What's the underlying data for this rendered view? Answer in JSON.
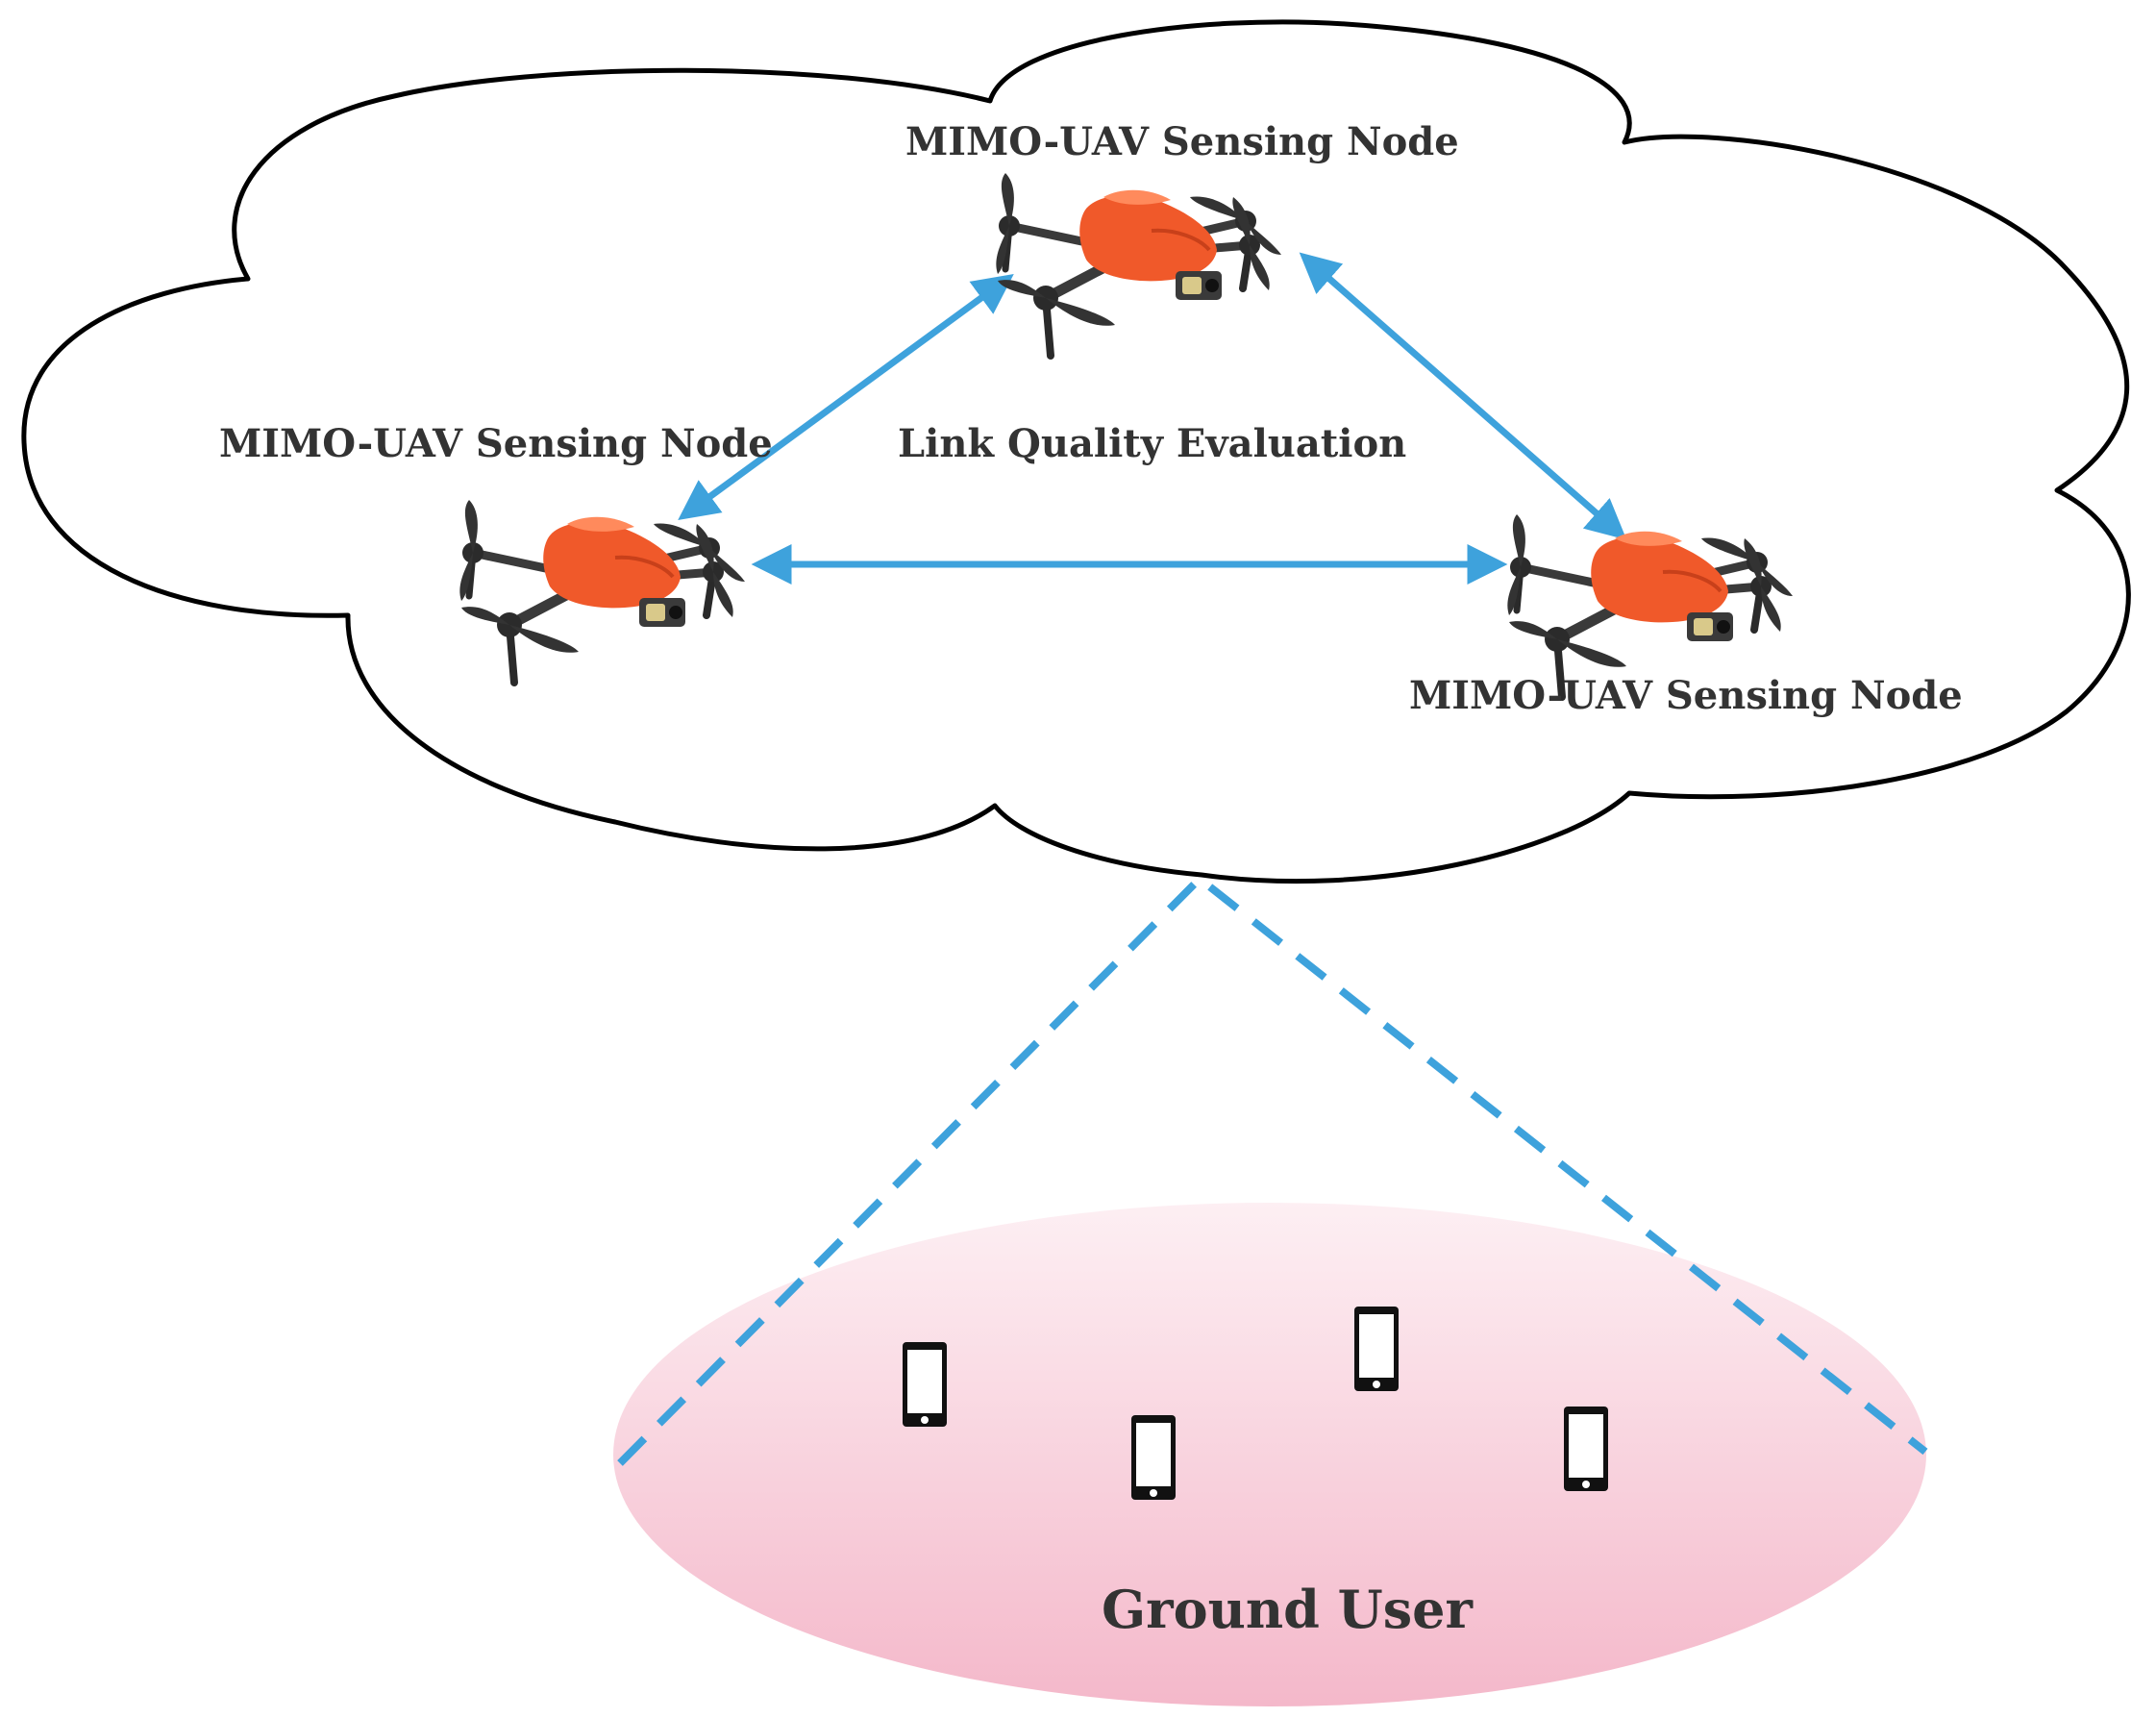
{
  "diagram": {
    "nodes": [
      {
        "id": "top",
        "label": "MIMO-UAV Sensing Node"
      },
      {
        "id": "left",
        "label": "MIMO-UAV Sensing Node"
      },
      {
        "id": "right",
        "label": "MIMO-UAV Sensing Node"
      }
    ],
    "link_label": "Link Quality Evaluation",
    "ground_label": "Ground User",
    "colors": {
      "link": "#3ea2dc",
      "cloud_stroke": "#000000",
      "drone_body": "#f0592a",
      "drone_arm": "#3a3a3a",
      "ground_top": "#fdeff3",
      "ground_bottom": "#f4b8ca",
      "device": "#111111"
    }
  }
}
